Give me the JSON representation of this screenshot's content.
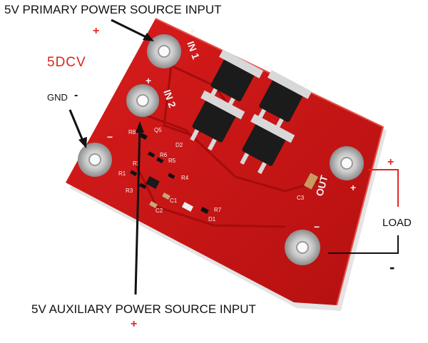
{
  "labels": {
    "primary_input": "5V PRIMARY POWER SOURCE INPUT",
    "aux_input": "5V AUXILIARY POWER SOURCE INPUT",
    "voltage": "5DCV",
    "gnd": "GND",
    "load": "LOAD",
    "plus": "+",
    "minus": "-"
  },
  "board_silkscreen": {
    "in1": "IN 1",
    "in2": "IN 2",
    "out": "OUT",
    "plus": "+",
    "minus": "−",
    "components": [
      "R8",
      "Q5",
      "D2",
      "R6",
      "R5",
      "R1",
      "R2",
      "R4",
      "R3",
      "C1",
      "C2",
      "R7",
      "D1",
      "C3"
    ]
  },
  "colors": {
    "pcb": "#cc1616",
    "annotation_text": "#111111",
    "plus_sign": "#e52520",
    "load_wire_positive": "#e52520",
    "load_wire_negative": "#111111"
  }
}
